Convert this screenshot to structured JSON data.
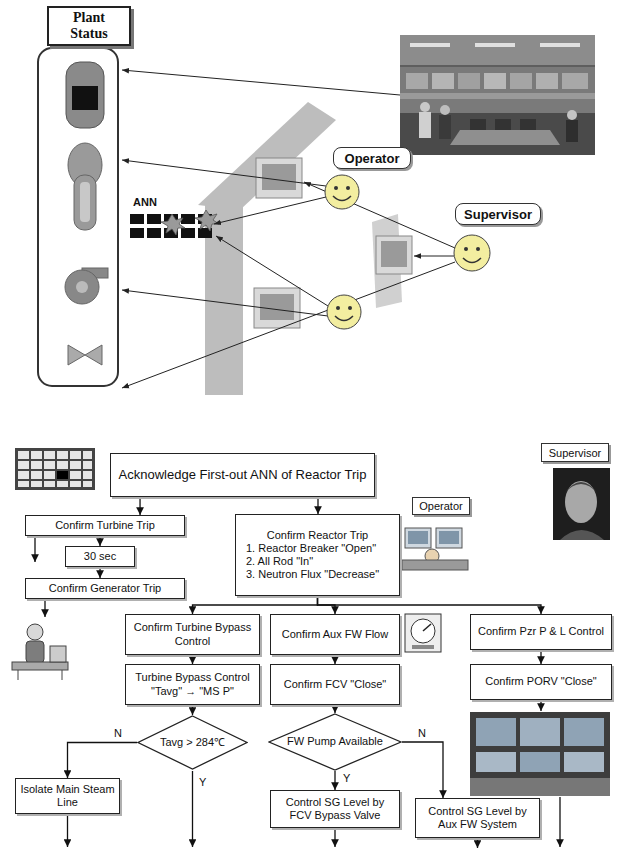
{
  "diagram": {
    "nodes": [
      {
        "text": [
          "Plant Status"
        ]
      },
      {
        "text": [
          "Operator"
        ]
      },
      {
        "text": [
          "Supervisor"
        ]
      },
      {
        "text": [
          "Supervisor"
        ]
      },
      {
        "text": [
          "Acknowledge First-out ANN of Reactor Trip"
        ]
      },
      {
        "text": [
          "Operator"
        ]
      },
      {
        "text": [
          "Confirm Turbine Trip"
        ]
      },
      {
        "text": [
          "Confirm Reactor Trip",
          "1. Reactor Breaker \"Open\"",
          "2. All Rod \"In\"",
          "3. Neutron Flux \"Decrease\""
        ]
      },
      {
        "text": [
          "30 sec"
        ]
      },
      {
        "text": [
          "Confirm Generator Trip"
        ]
      },
      {
        "text": [
          "Confirm Turbine Bypass Control"
        ]
      },
      {
        "text": [
          "Confirm Aux FW Flow"
        ]
      },
      {
        "text": [
          "Confirm Pzr P & L Control"
        ]
      },
      {
        "text": [
          "Turbine Bypass Control \"Tavg\" → \"MS P\""
        ]
      },
      {
        "text": [
          "Confirm FCV \"Close\""
        ]
      },
      {
        "text": [
          "Confirm PORV \"Close\""
        ]
      },
      {
        "text": [
          "Tavg > 284℃"
        ]
      },
      {
        "text": [
          "FW Pump Available"
        ]
      },
      {
        "text": [
          "Isolate Main Steam Line"
        ]
      },
      {
        "text": [
          "Control SG Level by FCV Bypass Valve"
        ]
      },
      {
        "text": [
          "Control SG Level by Aux FW System"
        ]
      }
    ],
    "edges": [
      {
        "from": 4,
        "to": 6,
        "arrow": "to"
      },
      {
        "from": 4,
        "to": 7,
        "arrow": "to"
      },
      {
        "from": 6,
        "to": 8,
        "arrow": "to"
      },
      {
        "from": 8,
        "to": 9,
        "arrow": "to"
      },
      {
        "from": 7,
        "to": 10,
        "arrow": "to"
      },
      {
        "from": 7,
        "to": 11,
        "arrow": "to"
      },
      {
        "from": 7,
        "to": 12,
        "arrow": "to"
      },
      {
        "from": 10,
        "to": 13,
        "arrow": "to"
      },
      {
        "from": 13,
        "to": 16,
        "arrow": "to"
      },
      {
        "from": 16,
        "to": 18,
        "label": "N",
        "arrow": "to"
      },
      {
        "from": 11,
        "to": 14,
        "arrow": "to"
      },
      {
        "from": 14,
        "to": 17,
        "arrow": "to"
      },
      {
        "from": 17,
        "to": 19,
        "label": "Y",
        "arrow": "to"
      },
      {
        "from": 17,
        "to": 20,
        "label": "N",
        "arrow": "to"
      },
      {
        "from": 12,
        "to": 15,
        "arrow": "to"
      }
    ],
    "labels": [
      "ANN",
      "Y"
    ]
  }
}
